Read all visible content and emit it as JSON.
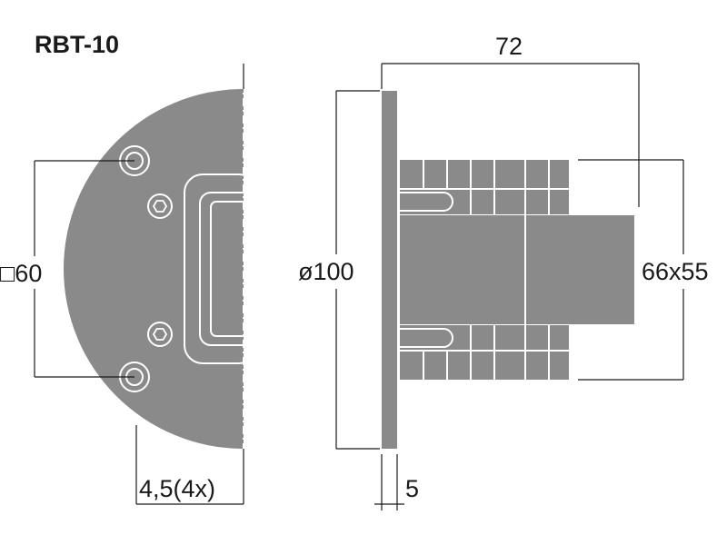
{
  "title": "RBT-10",
  "dimensions": {
    "depth": "72",
    "front_diameter": "ø100",
    "magnet_size": "66x55",
    "mount_square": "□60",
    "mount_holes": "4,5(4x)",
    "plate_thickness": "5"
  },
  "colors": {
    "body": "#8a8a8a",
    "line": "#1a1a1a",
    "highlight": "#ffffff"
  }
}
